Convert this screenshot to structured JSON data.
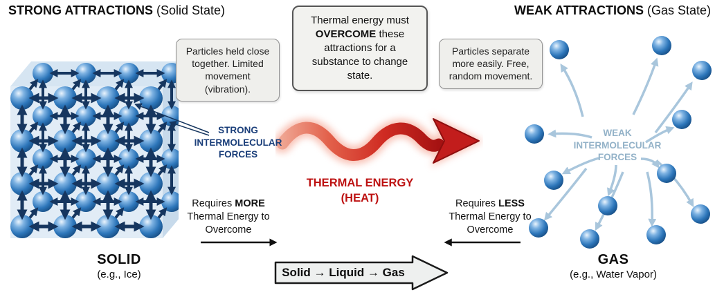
{
  "colors": {
    "sphere_blue": "#2d76ba",
    "strong_arrow_navy": "#16365f",
    "strong_label_navy": "#1b3f7a",
    "weak_label_blue": "#93b2c8",
    "weak_arrow_blue": "#a9c6dc",
    "heat_red": "#bd1111",
    "callout_bg": "#efefec",
    "callout_border": "#909090"
  },
  "solid": {
    "title_bold": "STRONG ATTRACTIONS",
    "title_rest": " (Solid State)",
    "callout": "Particles held close together. Limited movement (vibration).",
    "forces_line1": "STRONG",
    "forces_line2": "INTERMOLECULAR",
    "forces_line3": "FORCES",
    "requires_prefix": "Requires ",
    "requires_bold": "MORE",
    "requires_suffix": " Thermal Energy to Overcome",
    "state_name": "SOLID",
    "state_example": "(e.g., Ice)"
  },
  "center": {
    "callout_prefix": "Thermal energy must ",
    "callout_bold": "OVERCOME",
    "callout_suffix": " these attractions for a substance to change state.",
    "heat_line1": "THERMAL ENERGY",
    "heat_line2": "(HEAT)",
    "state_change_label": "Solid → Liquid → Gas"
  },
  "gas": {
    "title_bold": "WEAK ATTRACTIONS",
    "title_rest": " (Gas State)",
    "callout": "Particles separate more easily. Free, random movement.",
    "forces_line1": "WEAK",
    "forces_line2": "INTERMOLECULAR",
    "forces_line3": "FORCES",
    "requires_prefix": "Requires ",
    "requires_bold": "LESS",
    "requires_suffix": " Thermal Energy to Overcome",
    "state_name": "GAS",
    "state_example": "(e.g., Water Vapor)"
  }
}
